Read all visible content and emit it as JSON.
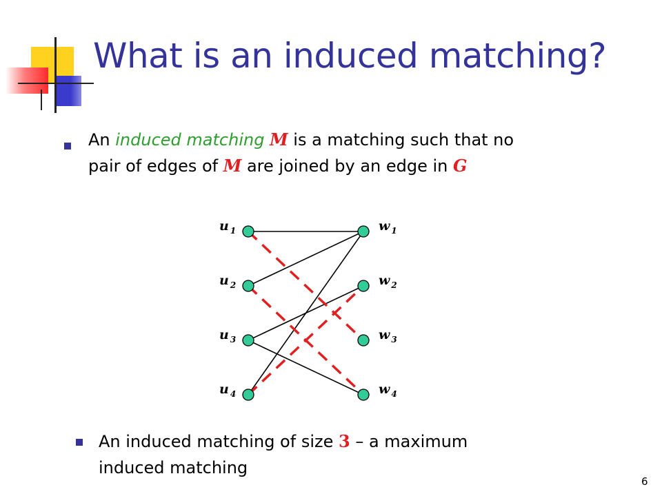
{
  "slide": {
    "title": "What is an induced matching?",
    "page_number": "6"
  },
  "bullet1": {
    "text_before": "An ",
    "term": "induced matching",
    "symbol_m": "M",
    "text_middle": " is a matching such that no",
    "line2_before": "pair of edges of ",
    "symbol_m2": "M",
    "line2_after": " are joined by an edge in ",
    "symbol_g": "G"
  },
  "bullet2": {
    "text_before": "An induced matching of size ",
    "size": "3",
    "text_after": " – a maximum",
    "line2": "induced matching"
  },
  "graph": {
    "left_vertices": [
      {
        "id": "u1",
        "letter": "u",
        "sub": "1"
      },
      {
        "id": "u2",
        "letter": "u",
        "sub": "2"
      },
      {
        "id": "u3",
        "letter": "u",
        "sub": "3"
      },
      {
        "id": "u4",
        "letter": "u",
        "sub": "4"
      }
    ],
    "right_vertices": [
      {
        "id": "w1",
        "letter": "w",
        "sub": "1"
      },
      {
        "id": "w2",
        "letter": "w",
        "sub": "2"
      },
      {
        "id": "w3",
        "letter": "w",
        "sub": "3"
      },
      {
        "id": "w4",
        "letter": "w",
        "sub": "4"
      }
    ],
    "edges": [
      {
        "from": "u1",
        "to": "w1",
        "matched": false
      },
      {
        "from": "u2",
        "to": "w1",
        "matched": false
      },
      {
        "from": "u4",
        "to": "w1",
        "matched": false
      },
      {
        "from": "u3",
        "to": "w2",
        "matched": false
      },
      {
        "from": "u3",
        "to": "w4",
        "matched": false
      },
      {
        "from": "u1",
        "to": "w3",
        "matched": true
      },
      {
        "from": "u2",
        "to": "w4",
        "matched": true
      },
      {
        "from": "u4",
        "to": "w2",
        "matched": true
      }
    ],
    "colors": {
      "node_fill": "#33cc99",
      "node_stroke": "#000000",
      "edge": "#000000",
      "matched_edge": "#e02020"
    }
  }
}
